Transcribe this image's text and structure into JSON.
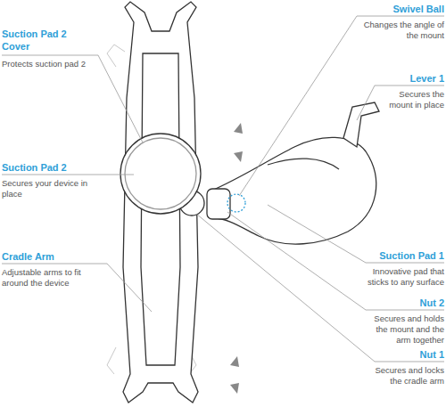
{
  "diagram": {
    "labels": [
      "Suction Pad 2 Cover",
      "Protects suction pad 2",
      "Suction Pad 2",
      "Secures your device in place",
      "Cradle Arm",
      "Adjustable arms to fit around the device",
      "Swivel Ball",
      "Changes the angle of the mount",
      "Lever 1",
      "Secures the mount in place",
      "Suction Pad 1",
      "Innovative pad that sticks to any surface",
      "Nut 2",
      "Secures and holds the mount and the arm together",
      "Nut 1",
      "Secures and locks the cradle arm"
    ]
  }
}
